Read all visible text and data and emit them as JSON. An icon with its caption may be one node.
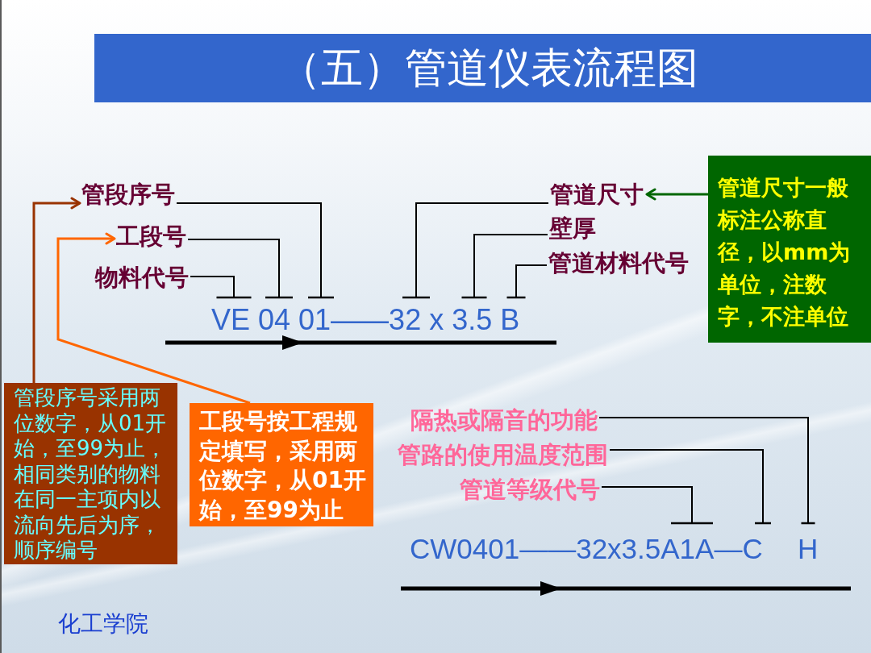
{
  "diagram": {
    "title": "（五）管道仪表流程图",
    "nodes": [
      {
        "text": [
          "管段序号"
        ]
      },
      {
        "text": [
          "工段号"
        ]
      },
      {
        "text": [
          "物料代号"
        ]
      },
      {
        "text": [
          "管道尺寸"
        ]
      },
      {
        "text": [
          "壁厚"
        ]
      },
      {
        "text": [
          "管道材料代号"
        ]
      },
      {
        "text": [
          "管道尺寸一般标注公称直径，以mm为单位，注数字，不注单位"
        ]
      },
      {
        "text": [
          "VE 04 01——32 x 3.5 B"
        ]
      },
      {
        "text": [
          "管段序号采用两位数字，从01开始，至99为止，相同类别的物料在同一主项内以流向先后为序，顺序编号"
        ]
      },
      {
        "text": [
          "工段号按工程规定填写，采用两位数字，从01开始，至99为止"
        ]
      },
      {
        "text": [
          "隔热或隔音的功能"
        ]
      },
      {
        "text": [
          "管路的使用温度范围"
        ]
      },
      {
        "text": [
          "管道等级代号"
        ]
      },
      {
        "text": [
          "CW0401——32x3.5A1A—C"
        ]
      },
      {
        "text": [
          "H"
        ]
      }
    ],
    "edges": [
      {
        "from": 0,
        "to": 7,
        "arrow": "other"
      },
      {
        "from": 1,
        "to": 7,
        "arrow": "other"
      },
      {
        "from": 2,
        "to": 7,
        "arrow": "other"
      },
      {
        "from": 3,
        "to": 7,
        "arrow": "other"
      },
      {
        "from": 4,
        "to": 7,
        "arrow": "other"
      },
      {
        "from": 5,
        "to": 7,
        "arrow": "other"
      },
      {
        "from": 6,
        "to": 3,
        "arrow": "to",
        "color": "#006600"
      },
      {
        "from": 8,
        "to": 0,
        "arrow": "to",
        "color": "#993300"
      },
      {
        "from": 9,
        "to": 1,
        "arrow": "to",
        "color": "#ff6600"
      },
      {
        "from": 10,
        "to": 14,
        "arrow": "other"
      },
      {
        "from": 11,
        "to": 13,
        "arrow": "other"
      },
      {
        "from": 12,
        "to": 13,
        "arrow": "other"
      }
    ],
    "labels": [
      "化工学院"
    ]
  }
}
